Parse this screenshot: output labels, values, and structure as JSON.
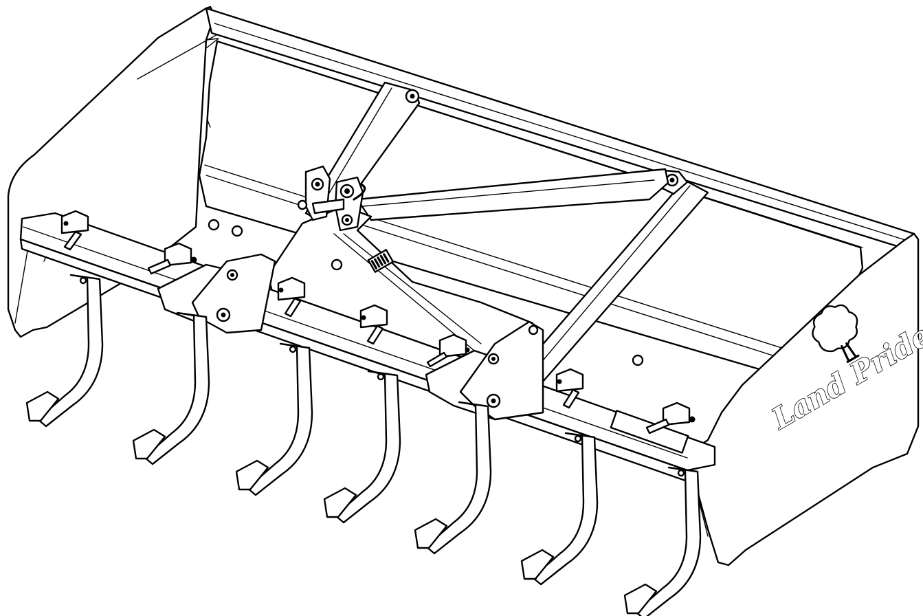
{
  "figure": {
    "subject": "box-scraper-implement",
    "line_color": "#000000",
    "background_color": "#ffffff"
  },
  "logo": {
    "text": "Land Pride",
    "icon": "tree-icon"
  },
  "decal": {
    "icon": "barcode-decal-icon"
  },
  "shanks": {
    "count": 7
  }
}
